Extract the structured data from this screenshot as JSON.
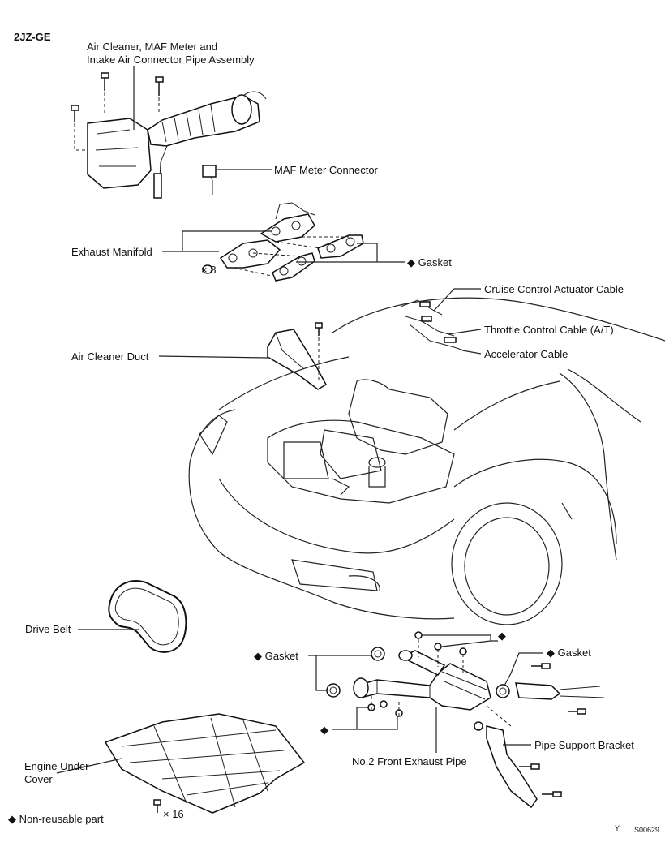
{
  "engine_code": "2JZ-GE",
  "labels": {
    "air_cleaner_line1": "Air Cleaner, MAF Meter and",
    "air_cleaner_line2": "Intake Air Connector Pipe Assembly",
    "maf_connector": "MAF Meter Connector",
    "exhaust_manifold": "Exhaust Manifold",
    "manifold_nut_count": "× 8",
    "gasket": "Gasket",
    "cruise_cable": "Cruise Control Actuator Cable",
    "throttle_cable": "Throttle Control Cable (A/T)",
    "accelerator_cable": "Accelerator Cable",
    "air_cleaner_duct": "Air Cleaner Duct",
    "drive_belt": "Drive Belt",
    "gasket_left": "Gasket",
    "gasket_right": "Gasket",
    "front_exhaust_pipe": "No.2 Front Exhaust Pipe",
    "pipe_support_bracket": "Pipe Support Bracket",
    "under_cover_line1": "Engine Under",
    "under_cover_line2": "Cover",
    "bolt_count": "× 16",
    "legend_text": "Non-reusable part",
    "corner_letter": "Y",
    "figure_code": "S00629"
  },
  "icons": {
    "non_reusable_symbol": "◆"
  }
}
